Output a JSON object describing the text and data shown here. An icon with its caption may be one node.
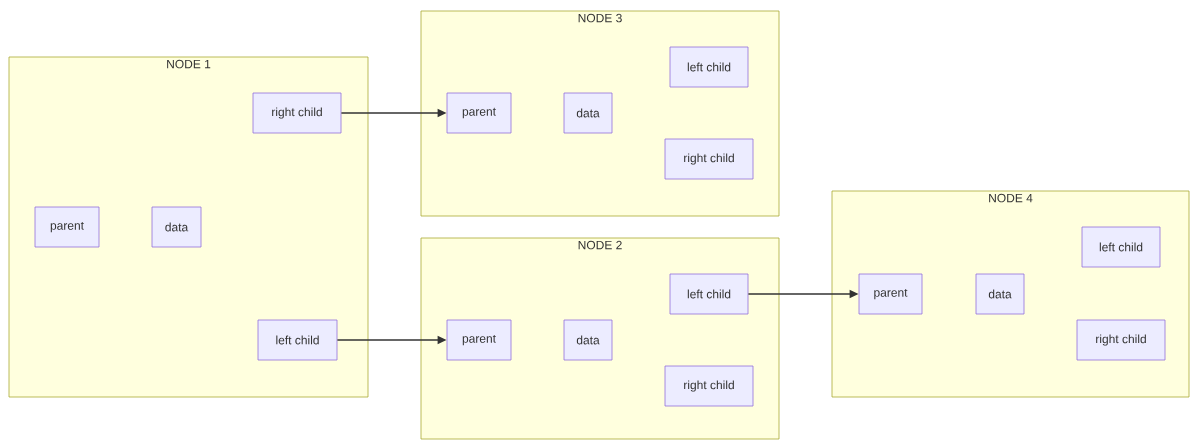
{
  "diagram": {
    "nodes": [
      {
        "text": [
          "NODE 1"
        ]
      },
      {
        "text": [
          "right child"
        ],
        "in": 0
      },
      {
        "text": [
          "parent"
        ],
        "in": 0
      },
      {
        "text": [
          "data"
        ],
        "in": 0
      },
      {
        "text": [
          "left child"
        ],
        "in": 0
      },
      {
        "text": [
          "NODE 3"
        ]
      },
      {
        "text": [
          "left child"
        ],
        "in": 5
      },
      {
        "text": [
          "parent"
        ],
        "in": 5
      },
      {
        "text": [
          "data"
        ],
        "in": 5
      },
      {
        "text": [
          "right child"
        ],
        "in": 5
      },
      {
        "text": [
          "NODE 2"
        ]
      },
      {
        "text": [
          "left child"
        ],
        "in": 10
      },
      {
        "text": [
          "parent"
        ],
        "in": 10
      },
      {
        "text": [
          "data"
        ],
        "in": 10
      },
      {
        "text": [
          "right child"
        ],
        "in": 10
      },
      {
        "text": [
          "NODE 4"
        ]
      },
      {
        "text": [
          "left child"
        ],
        "in": 15
      },
      {
        "text": [
          "parent"
        ],
        "in": 15
      },
      {
        "text": [
          "data"
        ],
        "in": 15
      },
      {
        "text": [
          "right child"
        ],
        "in": 15
      }
    ],
    "edges": [
      {
        "from": 1,
        "to": 7,
        "arrow": "to"
      },
      {
        "from": 4,
        "to": 12,
        "arrow": "to"
      },
      {
        "from": 11,
        "to": 17,
        "arrow": "to"
      }
    ]
  }
}
